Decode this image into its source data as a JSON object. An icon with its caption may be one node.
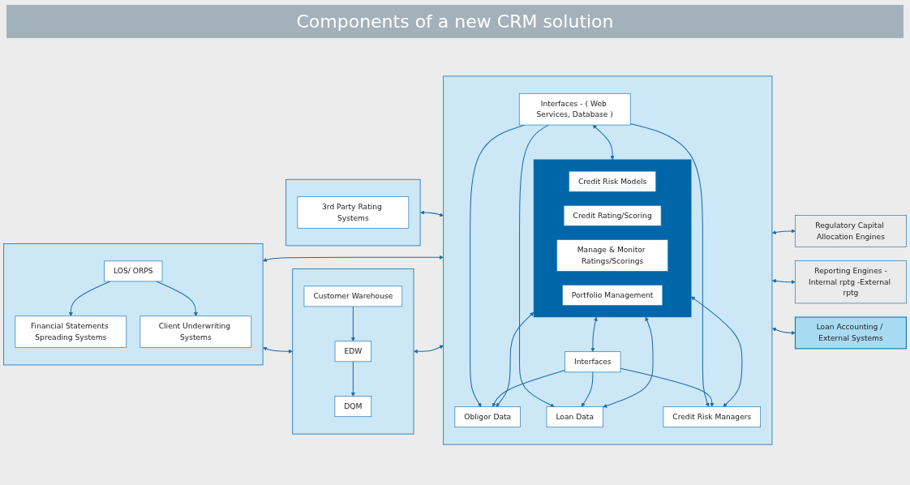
{
  "diagram": {
    "title": "Components of a new CRM solution",
    "nodes": [
      {
        "text": [],
        "shape": "box"
      },
      {
        "text": [
          "3rd Party Rating Systems"
        ],
        "in": 0
      },
      {
        "text": [],
        "shape": "box"
      },
      {
        "text": [
          "LOS/ ORPS"
        ],
        "in": 2
      },
      {
        "text": [
          "Financial Statements Spreading Systems"
        ],
        "in": 2
      },
      {
        "text": [
          "Client Underwriting Systems"
        ],
        "in": 2
      },
      {
        "text": [],
        "shape": "box"
      },
      {
        "text": [
          "Customer Warehouse"
        ],
        "in": 6
      },
      {
        "text": [
          "EDW"
        ],
        "in": 6
      },
      {
        "text": [
          "DQM"
        ],
        "in": 6
      },
      {
        "text": [],
        "shape": "box"
      },
      {
        "text": [
          "Interfaces - ( Web Services, Database )"
        ],
        "in": 10
      },
      {
        "text": [
          "Obligor Data"
        ],
        "in": 10
      },
      {
        "text": [
          "Loan Data"
        ],
        "in": 10
      },
      {
        "text": [
          "Credit Risk Managers"
        ],
        "in": 10
      },
      {
        "text": [],
        "shape": "box",
        "in": 10
      },
      {
        "text": [
          "Credit Risk Models"
        ],
        "in": 15
      },
      {
        "text": [
          "Credit Rating/Scoring"
        ],
        "in": 15
      },
      {
        "text": [
          "Manage & Monitor Ratings/Scorings"
        ],
        "in": 15
      },
      {
        "text": [
          "Portfolio Management"
        ],
        "in": 15
      },
      {
        "text": [
          "Interfaces"
        ],
        "in": 10
      },
      {
        "text": [
          "Regulatory Capital Allocation Engines"
        ]
      },
      {
        "text": [
          "Reporting Engines -Internal rptg -External rptg"
        ]
      },
      {
        "text": [
          "Loan Accounting / External Systems"
        ]
      }
    ],
    "edges": [
      {
        "from": 0,
        "to": 10,
        "arrow": "both"
      },
      {
        "from": 3,
        "to": 4,
        "arrow": "to"
      },
      {
        "from": 3,
        "to": 5,
        "arrow": "to"
      },
      {
        "from": 2,
        "to": 10,
        "arrow": "both"
      },
      {
        "from": 2,
        "to": 6,
        "arrow": "both"
      },
      {
        "from": 7,
        "to": 8,
        "arrow": "to"
      },
      {
        "from": 8,
        "to": 9,
        "arrow": "to"
      },
      {
        "from": 6,
        "to": 10,
        "arrow": "both"
      },
      {
        "from": 11,
        "to": 12,
        "arrow": "to"
      },
      {
        "from": 11,
        "to": 13,
        "arrow": "to"
      },
      {
        "from": 11,
        "to": 14,
        "arrow": "to"
      },
      {
        "from": 20,
        "to": 12,
        "arrow": "to"
      },
      {
        "from": 20,
        "to": 13,
        "arrow": "to"
      },
      {
        "from": 20,
        "to": 14,
        "arrow": "to"
      },
      {
        "from": 12,
        "to": 15,
        "arrow": "both"
      },
      {
        "from": 13,
        "to": 15,
        "arrow": "both"
      },
      {
        "from": 14,
        "to": 15,
        "arrow": "both"
      },
      {
        "from": 11,
        "to": 15,
        "arrow": "both"
      },
      {
        "from": 15,
        "to": 20,
        "arrow": "both"
      },
      {
        "from": 10,
        "to": 21,
        "arrow": "both"
      },
      {
        "from": 10,
        "to": 22,
        "arrow": "both"
      },
      {
        "from": 10,
        "to": 23,
        "arrow": "both"
      }
    ]
  }
}
